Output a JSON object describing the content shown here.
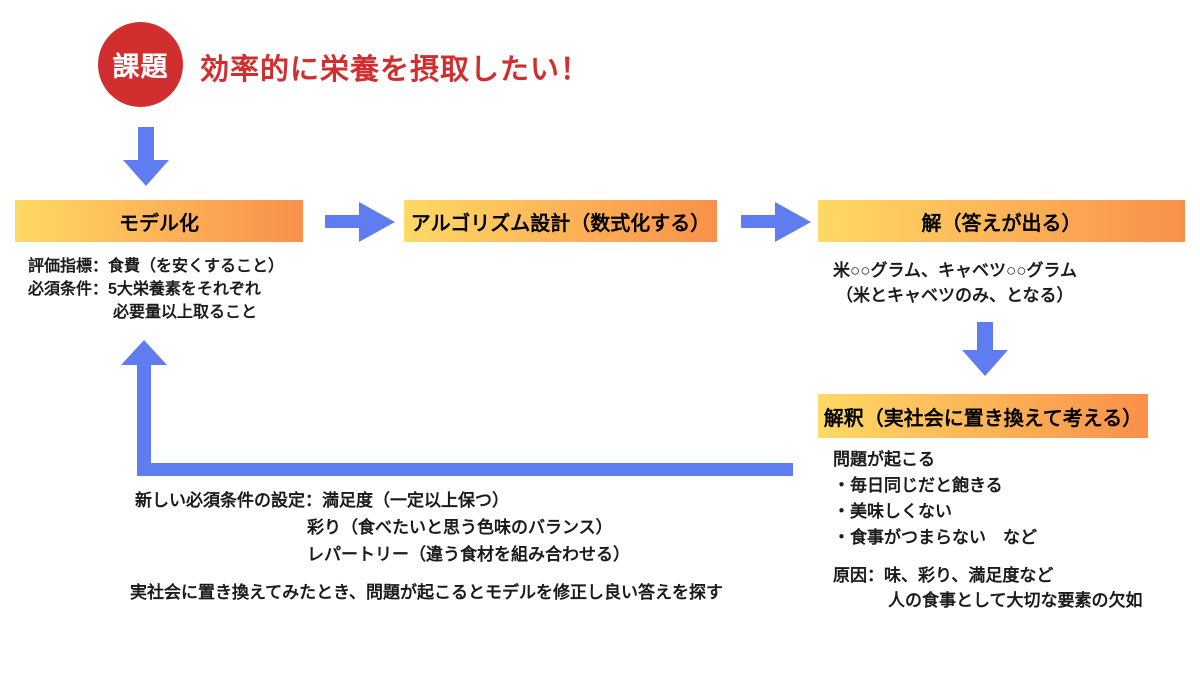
{
  "colors": {
    "red": "#d12f2f",
    "blue": "#5f7cf0",
    "gradient_start": "#ffd965",
    "gradient_end": "#f9904a",
    "text": "#1b1b1b",
    "bg": "#ffffff"
  },
  "problem": {
    "badge_label": "課題",
    "statement": "効率的に栄養を摂取したい！"
  },
  "flow": {
    "modeling": {
      "title": "モデル化",
      "notes": [
        "評価指標：食費（を安くすること）",
        "必須条件：5大栄養素をそれぞれ",
        "必要量以上取ること"
      ]
    },
    "algorithm": {
      "title": "アルゴリズム設計（数式化する）"
    },
    "solution": {
      "title": "解（答えが出る）",
      "notes": [
        "米○○グラム、キャベツ○○グラム",
        "（米とキャベツのみ、となる）"
      ]
    },
    "interpretation": {
      "title": "解釈（実社会に置き換えて考える）",
      "problems": [
        "問題が起こる",
        "・毎日同じだと飽きる",
        "・美味しくない",
        "・食事がつまらない　など"
      ],
      "causes": [
        "原因：味、彩り、満足度など",
        "人の食事として大切な要素の欠如"
      ]
    }
  },
  "feedback": {
    "notes": [
      "新しい必須条件の設定：満足度（一定以上保つ）",
      "彩り（食べたいと思う色味のバランス）",
      "レパートリー（違う食材を組み合わせる）"
    ],
    "summary": "実社会に置き換えてみたとき、問題が起こるとモデルを修正し良い答えを探す"
  },
  "icons": {
    "problem_to_modeling": "arrow-down",
    "modeling_to_algorithm": "arrow-right",
    "algorithm_to_solution": "arrow-right",
    "solution_to_interpretation": "arrow-down",
    "interpretation_to_modeling": "feedback-arrow-up"
  }
}
